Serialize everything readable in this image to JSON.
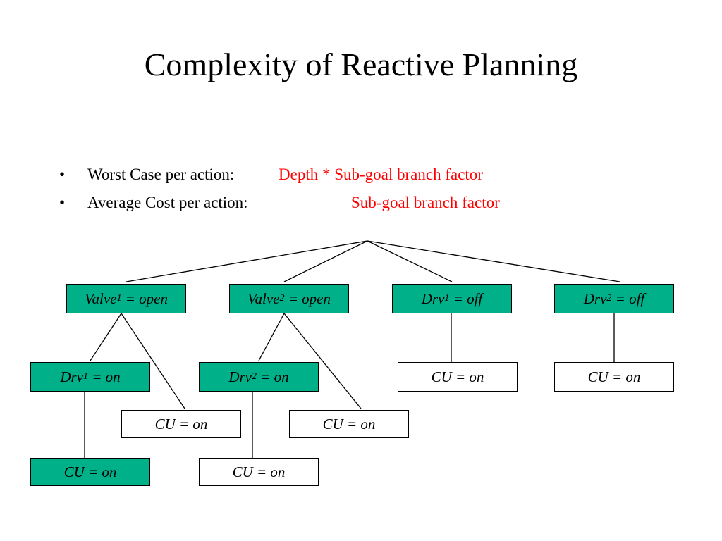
{
  "slide": {
    "title": "Complexity of Reactive Planning",
    "bullet_glyph": "•",
    "bullets": [
      {
        "label": "Worst Case per action:",
        "value": "Depth * Sub-goal branch factor"
      },
      {
        "label": "Average Cost per action:",
        "value": "Sub-goal branch factor"
      }
    ]
  },
  "tree": {
    "colors": {
      "filled": "#00b088",
      "plain": "#ffffff",
      "line": "#000000"
    },
    "nodes": [
      {
        "id": "valve1-open",
        "var": "Valve",
        "sub": "1",
        "rest": " = open",
        "filled": true
      },
      {
        "id": "valve2-open",
        "var": "Valve",
        "sub": "2",
        "rest": " = open",
        "filled": true
      },
      {
        "id": "drv1-off",
        "var": "Drv",
        "sub": "1",
        "rest": " = off",
        "filled": true
      },
      {
        "id": "drv2-off",
        "var": "Drv",
        "sub": "2",
        "rest": " = off",
        "filled": true
      },
      {
        "id": "drv1-on",
        "var": "Drv",
        "sub": "1",
        "rest": " = on",
        "filled": true
      },
      {
        "id": "cu-on-a",
        "var": "CU = on",
        "sub": "",
        "rest": "",
        "filled": false
      },
      {
        "id": "drv2-on",
        "var": "Drv",
        "sub": "2",
        "rest": " = on",
        "filled": true
      },
      {
        "id": "cu-on-b",
        "var": "CU = on",
        "sub": "",
        "rest": "",
        "filled": false
      },
      {
        "id": "cu-on-c",
        "var": "CU = on",
        "sub": "",
        "rest": "",
        "filled": false
      },
      {
        "id": "cu-on-d",
        "var": "CU = on",
        "sub": "",
        "rest": "",
        "filled": false
      },
      {
        "id": "cu-on-e",
        "var": "CU = on",
        "sub": "",
        "rest": "",
        "filled": true
      },
      {
        "id": "cu-on-f",
        "var": "CU = on",
        "sub": "",
        "rest": "",
        "filled": false
      }
    ],
    "edges": [
      [
        "root",
        "valve1-open"
      ],
      [
        "root",
        "valve2-open"
      ],
      [
        "root",
        "drv1-off"
      ],
      [
        "root",
        "drv2-off"
      ],
      [
        "valve1-open",
        "drv1-on"
      ],
      [
        "valve1-open",
        "cu-on-a"
      ],
      [
        "valve2-open",
        "drv2-on"
      ],
      [
        "valve2-open",
        "cu-on-b"
      ],
      [
        "drv1-off",
        "cu-on-c"
      ],
      [
        "drv2-off",
        "cu-on-d"
      ],
      [
        "drv1-on",
        "cu-on-e"
      ],
      [
        "drv2-on",
        "cu-on-f"
      ]
    ]
  }
}
